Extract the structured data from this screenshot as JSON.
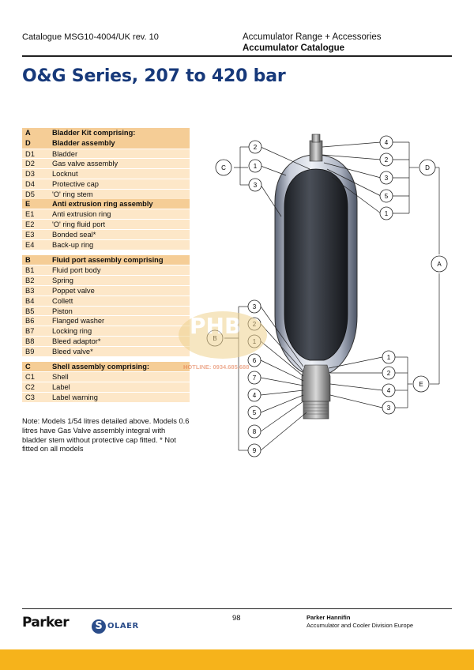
{
  "header": {
    "catalogue_code": "Catalogue MSG10-4004/UK rev. 10",
    "range_line": "Accumulator Range + Accessories",
    "catalogue_line": "Accumulator Catalogue"
  },
  "page_title": "O&G Series, 207 to 420 bar",
  "parts": [
    {
      "code": "A",
      "desc": "Bladder Kit comprising:",
      "head": true
    },
    {
      "code": "D",
      "desc": "Bladder assembly",
      "head": true
    },
    {
      "code": "D1",
      "desc": "Bladder"
    },
    {
      "code": "D2",
      "desc": "Gas valve assembly"
    },
    {
      "code": "D3",
      "desc": "Locknut"
    },
    {
      "code": "D4",
      "desc": "Protective cap"
    },
    {
      "code": "D5",
      "desc": "'O' ring stem"
    },
    {
      "code": "E",
      "desc": "Anti extrusion ring assembly",
      "head": true
    },
    {
      "code": "E1",
      "desc": "Anti extrusion ring"
    },
    {
      "code": "E2",
      "desc": "'O' ring fluid port"
    },
    {
      "code": "E3",
      "desc": "Bonded seal*"
    },
    {
      "code": "E4",
      "desc": "Back-up ring"
    },
    {
      "gap": true
    },
    {
      "code": "B",
      "desc": "Fluid port assembly comprising",
      "head": true
    },
    {
      "code": "B1",
      "desc": "Fluid port body"
    },
    {
      "code": "B2",
      "desc": "Spring"
    },
    {
      "code": "B3",
      "desc": "Poppet valve"
    },
    {
      "code": "B4",
      "desc": "Collett"
    },
    {
      "code": "B5",
      "desc": "Piston"
    },
    {
      "code": "B6",
      "desc": "Flanged washer"
    },
    {
      "code": "B7",
      "desc": "Locking ring"
    },
    {
      "code": "B8",
      "desc": "Bleed adaptor*"
    },
    {
      "code": "B9",
      "desc": "Bleed valve*"
    },
    {
      "gap": true
    },
    {
      "code": "C",
      "desc": "Shell assembly comprising:",
      "head": true
    },
    {
      "code": "C1",
      "desc": "Shell"
    },
    {
      "code": "C2",
      "desc": "Label"
    },
    {
      "code": "C3",
      "desc": "Label warning"
    }
  ],
  "note": "Note: Models 1/54 litres detailed above. Models 0.6 litres have Gas Valve assembly integral with bladder stem without protective cap fitted. * Not fitted on all models",
  "diagram": {
    "group_labels": {
      "A": "A",
      "B": "B",
      "C": "C",
      "D": "D",
      "E": "E"
    },
    "callouts_c": [
      "2",
      "1",
      "3"
    ],
    "callouts_d": [
      "4",
      "2",
      "3",
      "5",
      "1"
    ],
    "callouts_b": [
      "3",
      "2",
      "1",
      "6",
      "7",
      "4",
      "5",
      "8",
      "9"
    ],
    "callouts_e": [
      "1",
      "2",
      "4",
      "3"
    ]
  },
  "watermark": {
    "brand": "PHB",
    "hotline": "HOTLINE: 0934.685.688"
  },
  "footer": {
    "page_number": "98",
    "company": "Parker Hannifin",
    "division": "Accumulator and Cooler Division Europe",
    "parker_logo": "Parker",
    "olaer_logo": "OLAER",
    "olaer_mark": "S"
  },
  "colors": {
    "title": "#17397a",
    "table_head": "#f5cd96",
    "table_row": "#fde7c8",
    "footer_bar": "#f6b31b"
  }
}
